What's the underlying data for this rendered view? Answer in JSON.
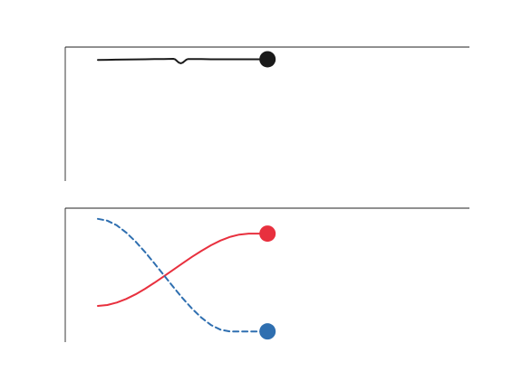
{
  "chart_data": [
    {
      "type": "line",
      "title": "",
      "xlabel": "",
      "ylabel": "",
      "xlim": [
        0,
        10
      ],
      "ylim": [
        0,
        1
      ],
      "grid": false,
      "series": [
        {
          "color": "#1a1a1a",
          "style": "solid",
          "x": [
            0,
            0.5,
            1,
            1.5,
            2,
            2.5,
            3,
            3.5,
            4,
            4.1,
            4.2,
            4.3,
            4.4,
            4.5,
            4.6,
            4.7,
            4.8,
            4.9,
            5,
            5.5,
            6,
            6.5,
            7,
            7.5,
            8,
            8.5,
            9
          ],
          "y": [
            0.904,
            0.905,
            0.906,
            0.907,
            0.908,
            0.909,
            0.91,
            0.911,
            0.912,
            0.908,
            0.895,
            0.884,
            0.879,
            0.884,
            0.895,
            0.907,
            0.911,
            0.911,
            0.911,
            0.91,
            0.909,
            0.909,
            0.909,
            0.909,
            0.909,
            0.909,
            0.909
          ],
          "end_marker": true
        }
      ]
    },
    {
      "type": "line",
      "title": "",
      "xlabel": "",
      "ylabel": "",
      "xlim": [
        0,
        10
      ],
      "ylim": [
        0,
        1
      ],
      "grid": false,
      "series": [
        {
          "color": "#e8303e",
          "style": "solid",
          "x": [
            0,
            0.5,
            1,
            1.5,
            2,
            2.5,
            3,
            3.5,
            4,
            4.5,
            5,
            5.5,
            6,
            6.5,
            7,
            7.5,
            8,
            8.5,
            9
          ],
          "y": [
            0.27,
            0.277,
            0.295,
            0.322,
            0.357,
            0.398,
            0.443,
            0.491,
            0.54,
            0.589,
            0.637,
            0.682,
            0.723,
            0.758,
            0.785,
            0.803,
            0.81,
            0.81,
            0.81
          ],
          "end_marker": true
        },
        {
          "color": "#2f6fb0",
          "style": "dashed",
          "x": [
            0,
            0.5,
            1,
            1.5,
            2,
            2.5,
            3,
            3.5,
            4,
            4.5,
            5,
            5.5,
            6,
            6.5,
            7,
            7.5,
            8,
            8.5,
            9
          ],
          "y": [
            0.92,
            0.907,
            0.872,
            0.818,
            0.751,
            0.673,
            0.588,
            0.5,
            0.412,
            0.327,
            0.249,
            0.182,
            0.128,
            0.093,
            0.08,
            0.08,
            0.08,
            0.08,
            0.08
          ],
          "end_marker": true
        }
      ]
    }
  ]
}
